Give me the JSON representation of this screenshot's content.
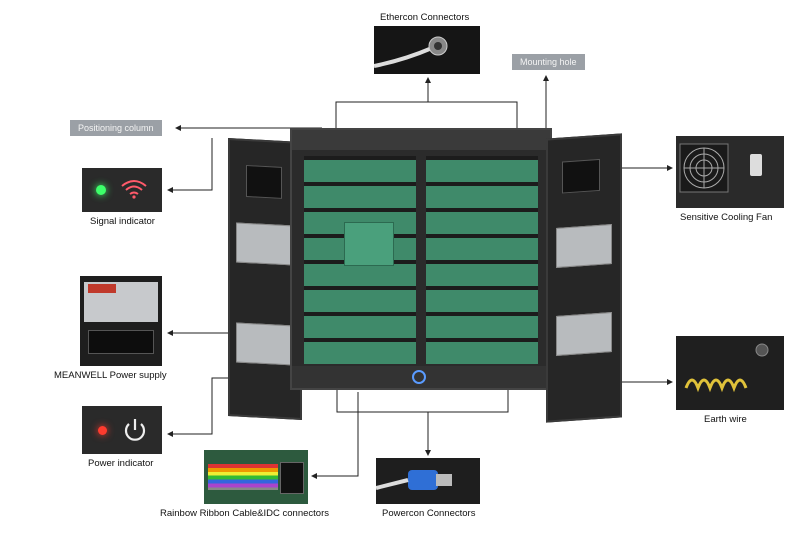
{
  "callouts": {
    "ethercon": "Ethercon Connectors",
    "mounting_hole": "Mounting hole",
    "positioning_column": "Positioning column",
    "signal_indicator": "Signal indicator",
    "cooling_fan": "Sensitive Cooling Fan",
    "power_supply": "MEANWELL Power supply",
    "earth_wire": "Earth wire",
    "power_indicator": "Power indicator",
    "ribbon_cable": "Rainbow Ribbon Cable&IDC connectors",
    "powercon": "Powercon Connectors"
  },
  "colors": {
    "cabinet": "#2a2a2a",
    "module_green": "#3f8a6a",
    "tag_gray": "#9ba0a6",
    "signal_led": "#3dff6a",
    "power_led": "#ff3b2e"
  },
  "icons": [
    "wifi-icon",
    "power-icon",
    "fan-grille-icon",
    "earth-wire-coil-icon"
  ]
}
